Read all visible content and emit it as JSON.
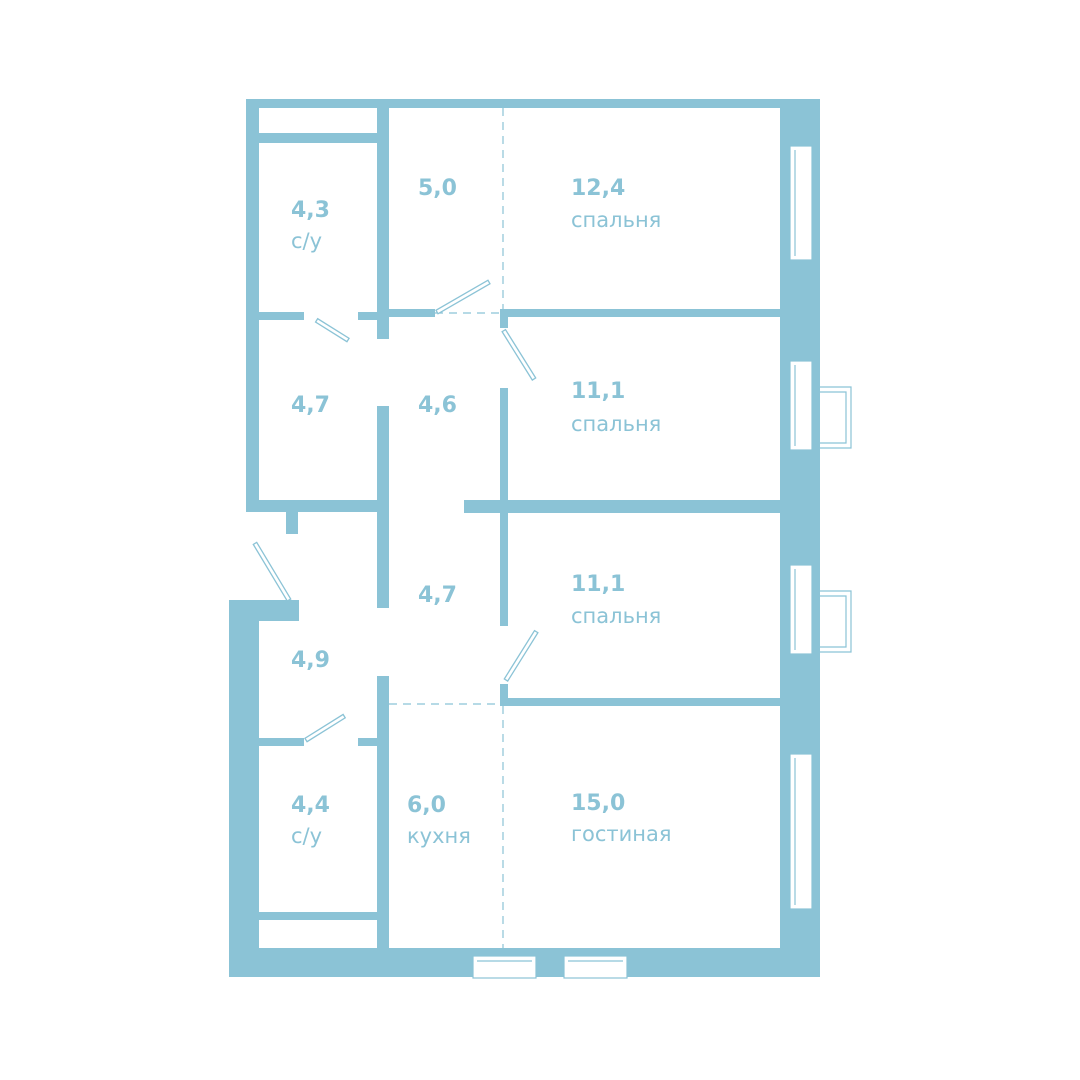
{
  "colors": {
    "wall": "#8bc3d6",
    "text": "#8bc3d6",
    "background": "#ffffff"
  },
  "rooms": [
    {
      "id": "bath-top",
      "area": "4,3",
      "label": "с/у"
    },
    {
      "id": "hall-top",
      "area": "5,0",
      "label": ""
    },
    {
      "id": "bedroom-1",
      "area": "12,4",
      "label": "спальня"
    },
    {
      "id": "closet",
      "area": "4,7",
      "label": ""
    },
    {
      "id": "corridor-top",
      "area": "4,6",
      "label": ""
    },
    {
      "id": "bedroom-2",
      "area": "11,1",
      "label": "спальня"
    },
    {
      "id": "corridor-mid",
      "area": "4,7",
      "label": ""
    },
    {
      "id": "bedroom-3",
      "area": "11,1",
      "label": "спальня"
    },
    {
      "id": "entrance",
      "area": "4,9",
      "label": ""
    },
    {
      "id": "bath-bottom",
      "area": "4,4",
      "label": "с/у"
    },
    {
      "id": "kitchen",
      "area": "6,0",
      "label": "кухня"
    },
    {
      "id": "living-room",
      "area": "15,0",
      "label": "гостиная"
    }
  ]
}
